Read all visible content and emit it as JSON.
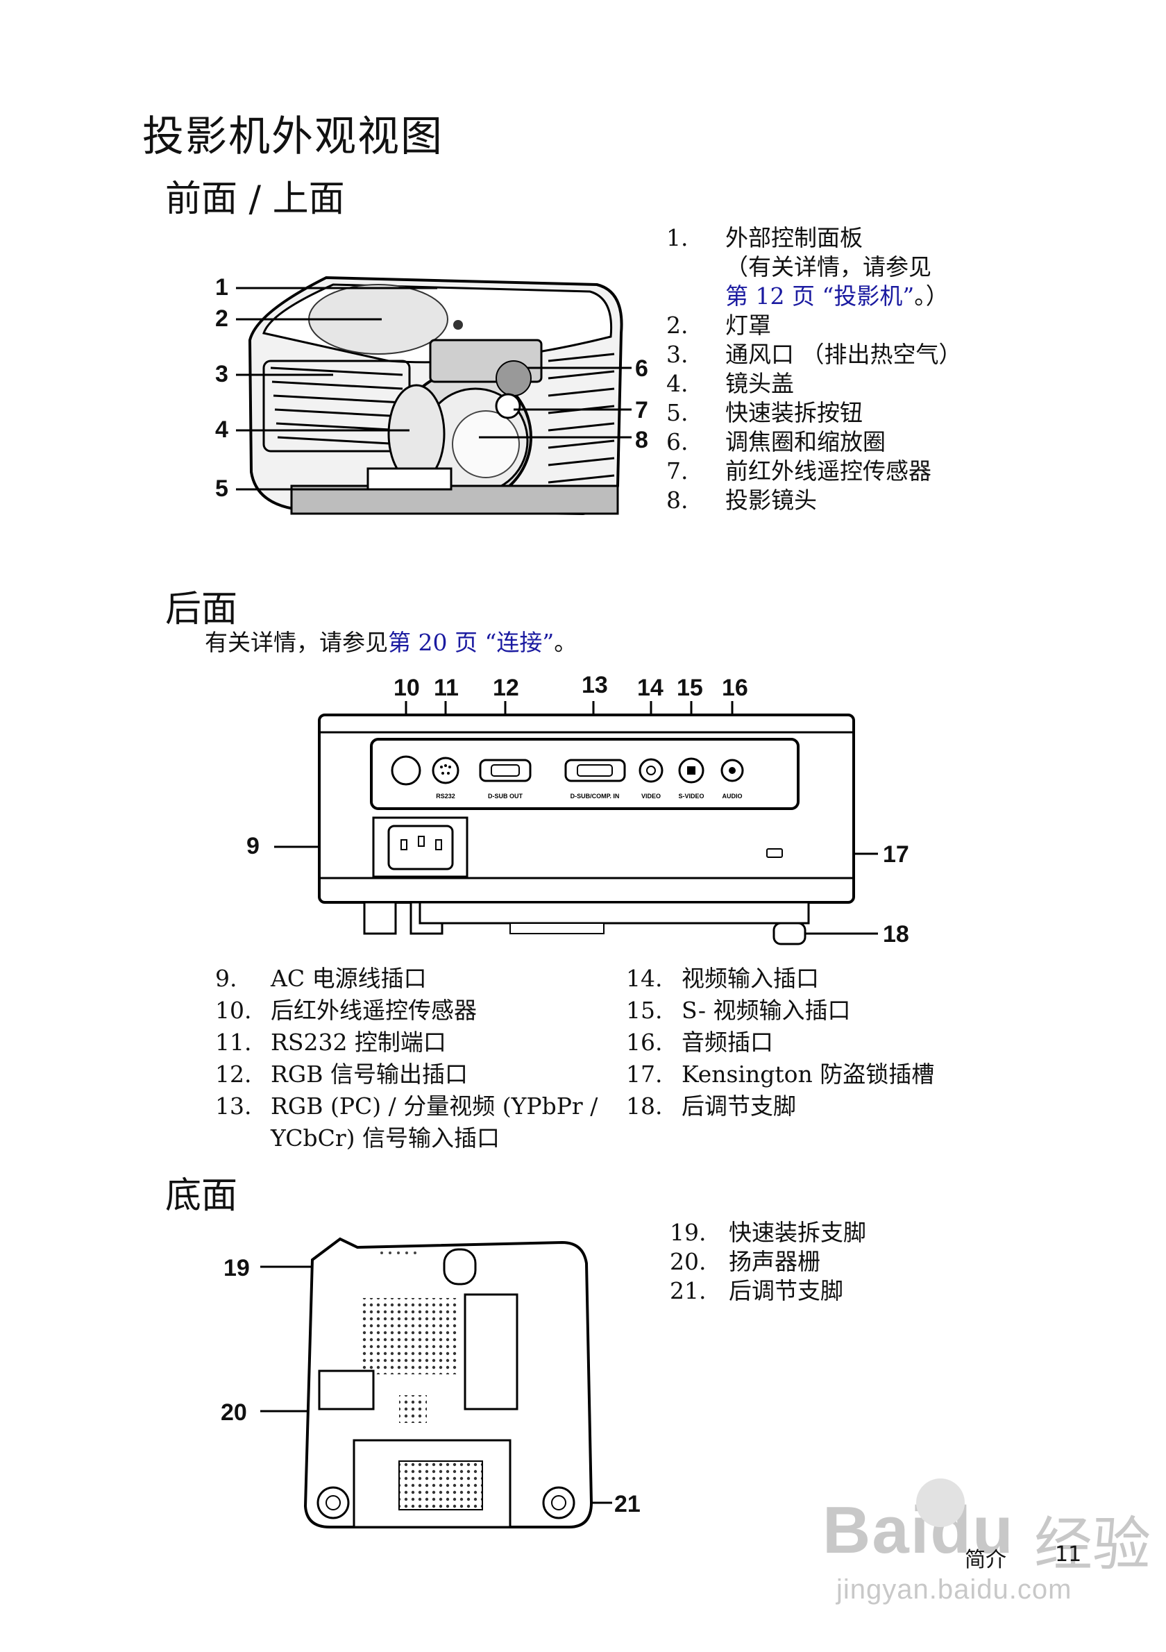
{
  "title": "投影机外观视图",
  "front": {
    "heading": "前面 / 上面",
    "callouts": [
      "1",
      "2",
      "3",
      "4",
      "5",
      "6",
      "7",
      "8"
    ],
    "items": [
      {
        "num": "1.",
        "text": "外部控制面板"
      },
      {
        "num": "",
        "text_pre": "（有关详情，请参见",
        "link": "第 12 页 “投影机”",
        "text_post": "。）"
      },
      {
        "num": "2.",
        "text": "灯罩"
      },
      {
        "num": "3.",
        "text": "通风口 （排出热空气）"
      },
      {
        "num": "4.",
        "text": "镜头盖"
      },
      {
        "num": "5.",
        "text": "快速装拆按钮"
      },
      {
        "num": "6.",
        "text": "调焦圈和缩放圈"
      },
      {
        "num": "7.",
        "text": "前红外线遥控传感器"
      },
      {
        "num": "8.",
        "text": "投影镜头"
      }
    ]
  },
  "rear": {
    "heading": "后面",
    "note_pre": "有关详情，请参见",
    "note_link": "第 20 页 “连接”",
    "note_post": "。",
    "callouts": [
      "9",
      "10",
      "11",
      "12",
      "13",
      "14",
      "15",
      "16",
      "17",
      "18"
    ],
    "port_labels": [
      "RS232",
      "D-SUB OUT",
      "D-SUB/COMP. IN",
      "VIDEO",
      "S-VIDEO",
      "AUDIO"
    ],
    "items_left": [
      {
        "num": "9.",
        "text": "AC 电源线插口"
      },
      {
        "num": "10.",
        "text": "后红外线遥控传感器"
      },
      {
        "num": "11.",
        "text": "RS232 控制端口"
      },
      {
        "num": "12.",
        "text": "RGB 信号输出插口"
      },
      {
        "num": "13.",
        "text": "RGB (PC) / 分量视频 (YPbPr /"
      },
      {
        "num": "",
        "text": "YCbCr) 信号输入插口"
      }
    ],
    "items_right": [
      {
        "num": "14.",
        "text": "视频输入插口"
      },
      {
        "num": "15.",
        "text": "S- 视频输入插口"
      },
      {
        "num": "16.",
        "text": "音频插口"
      },
      {
        "num": "17.",
        "text": "Kensington 防盗锁插槽"
      },
      {
        "num": "18.",
        "text": "后调节支脚"
      }
    ]
  },
  "bottom": {
    "heading": "底面",
    "callouts": [
      "19",
      "20",
      "21"
    ],
    "items": [
      {
        "num": "19.",
        "text": "快速装拆支脚"
      },
      {
        "num": "20.",
        "text": "扬声器栅"
      },
      {
        "num": "21.",
        "text": "后调节支脚"
      }
    ]
  },
  "footer": {
    "section": "简介",
    "page": "11"
  },
  "watermark": {
    "logo": "Bai",
    "logo2": "du",
    "text": "经验",
    "url": "jingyan.baidu.com"
  }
}
